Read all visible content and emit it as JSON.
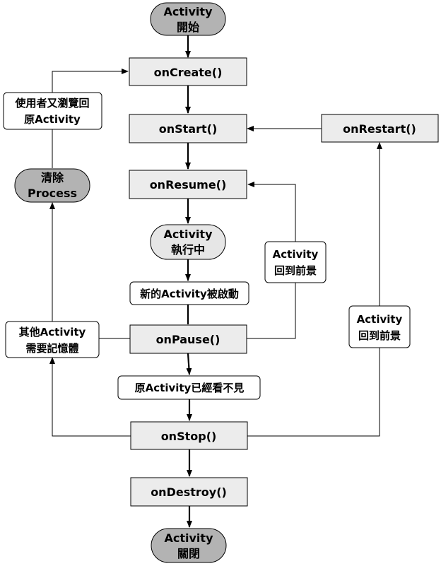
{
  "nodes": {
    "start": {
      "line1": "Activity",
      "line2": "開始"
    },
    "on_create": "onCreate()",
    "on_start": "onStart()",
    "on_restart": "onRestart()",
    "on_resume": "onResume()",
    "running": {
      "line1": "Activity",
      "line2": "執行中"
    },
    "on_pause": "onPause()",
    "on_stop": "onStop()",
    "on_destroy": "onDestroy()",
    "end": {
      "line1": "Activity",
      "line2": "關閉"
    },
    "process_killed": {
      "line1": "清除",
      "line2": "Process"
    }
  },
  "labels": {
    "user_return": {
      "line1": "使用者又瀏覽回",
      "line2": "原Activity"
    },
    "new_activity_started": "新的Activity被啟動",
    "not_visible": "原Activity已經看不見",
    "memory_needed": {
      "line1": "其他Activity",
      "line2": "需要記憶體"
    },
    "foreground_resume": {
      "line1": "Activity",
      "line2": "回到前景"
    },
    "foreground_restart": {
      "line1": "Activity",
      "line2": "回到前景"
    }
  }
}
